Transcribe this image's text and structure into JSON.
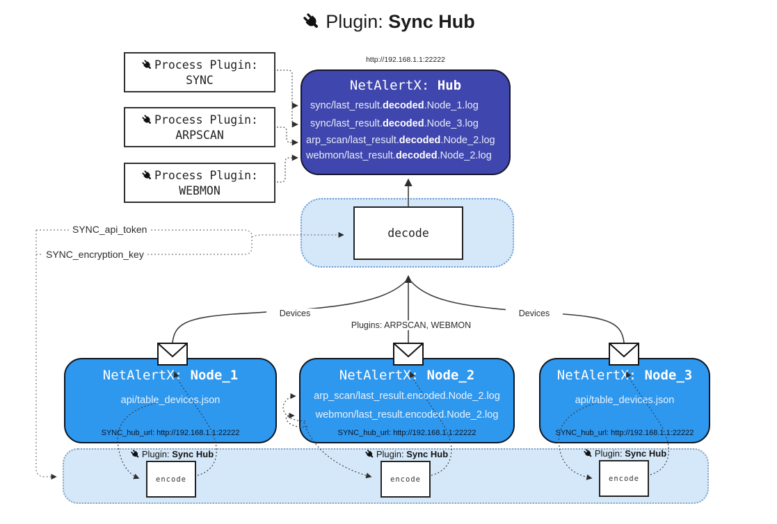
{
  "title": {
    "icon": "plug-icon",
    "prefix": "Plugin:",
    "name": "Sync Hub"
  },
  "hub": {
    "url": "http://192.168.1.1:22222",
    "title_prefix": "NetAlertX:",
    "title_name": "Hub",
    "files": [
      {
        "pre": "sync/last_result.",
        "bold": "decoded",
        "post": ".Node_1.log"
      },
      {
        "pre": "sync/last_result.",
        "bold": "decoded",
        "post": ".Node_3.log"
      },
      {
        "pre": "arp_scan/last_result.",
        "bold": "decoded",
        "post": ".Node_2.log"
      },
      {
        "pre": "webmon/last_result.",
        "bold": "decoded",
        "post": ".Node_2.log"
      }
    ]
  },
  "process_plugins": [
    {
      "label": "Process Plugin:",
      "name": "SYNC"
    },
    {
      "label": "Process Plugin:",
      "name": "ARPSCAN"
    },
    {
      "label": "Process Plugin:",
      "name": "WEBMON"
    }
  ],
  "settings": {
    "api_token": "SYNC_api_token",
    "encryption_key": "SYNC_encryption_key"
  },
  "decode": {
    "label": "decode"
  },
  "edge_labels": {
    "left": "Devices",
    "middle": "Plugins: ARPSCAN, WEBMON",
    "right": "Devices"
  },
  "nodes": [
    {
      "title_prefix": "NetAlertX:",
      "title_name": "Node_1",
      "files": [
        "api/table_devices.json"
      ],
      "hub_url": "SYNC_hub_url: http://192.168.1.1:22222"
    },
    {
      "title_prefix": "NetAlertX:",
      "title_name": "Node_2",
      "files": [
        "arp_scan/last_result.encoded.Node_2.log",
        "webmon/last_result.encoded.Node_2.log"
      ],
      "hub_url": "SYNC_hub_url: http://192.168.1.1:22222"
    },
    {
      "title_prefix": "NetAlertX:",
      "title_name": "Node_3",
      "files": [
        "api/table_devices.json"
      ],
      "hub_url": "SYNC_hub_url: http://192.168.1.1:22222"
    }
  ],
  "encoders": [
    {
      "plugin_prefix": "Plugin:",
      "plugin_name": "Sync Hub",
      "label": "encode"
    },
    {
      "plugin_prefix": "Plugin:",
      "plugin_name": "Sync Hub",
      "label": "encode"
    },
    {
      "plugin_prefix": "Plugin:",
      "plugin_name": "Sync Hub",
      "label": "encode"
    }
  ],
  "colors": {
    "hub_bg": "#3f46ad",
    "node_bg": "#2e97ee",
    "container_bg": "#d5e8f9",
    "container_border_blue": "#6b9bd2",
    "container_border_gray": "#8ba2bd",
    "line_dark": "#3b3b3b"
  }
}
